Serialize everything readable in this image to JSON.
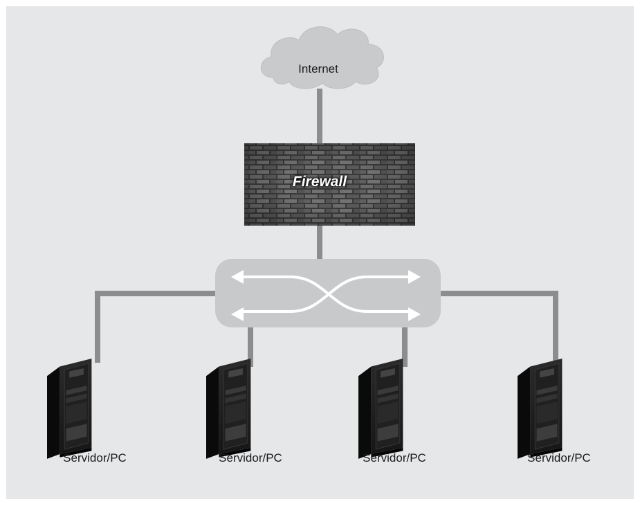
{
  "diagram": {
    "internet_label": "Internet",
    "firewall_label": "Firewall",
    "servers": [
      {
        "label": "Servidor/PC"
      },
      {
        "label": "Servidor/PC"
      },
      {
        "label": "Servidor/PC"
      },
      {
        "label": "Servidor/PC"
      }
    ]
  },
  "colors": {
    "panel_background": "#e6e7e8",
    "cloud_fill": "#c9cacb",
    "connector_line": "#8c8d8f",
    "switch_fill": "#c8c9ca",
    "arrow_color": "#ffffff",
    "brick_base": "#5a5a5a",
    "server_body": "#1c1c1c"
  }
}
